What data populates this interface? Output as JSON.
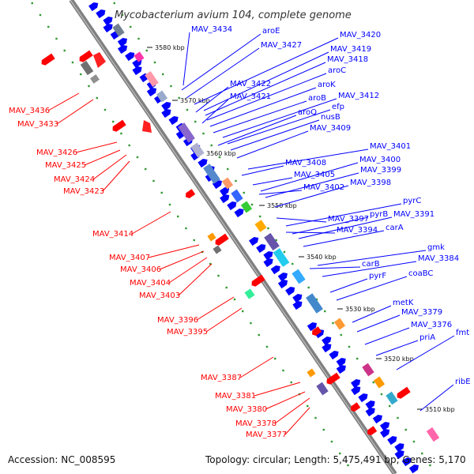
{
  "header": {
    "title": "Mycobacterium avium 104, complete genome"
  },
  "footer": {
    "accession": "Accession: NC_008595",
    "summary": "Topology: circular; Length: 5,475,491 bp; Genes: 5,170"
  },
  "colors": {
    "plus_strand": "#0000ff",
    "minus_strand": "#ff0000",
    "backbone": "#808080",
    "tick": "#339933"
  },
  "kbp_ticks": [
    "3580 kbp",
    "3570 kbp",
    "3560 kbp",
    "3550 kbp",
    "3540 kbp",
    "3530 kbp",
    "3520 kbp",
    "3510 kbp"
  ],
  "blue_labels": [
    "MAV_3434",
    "aroE",
    "MAV_3427",
    "MAV_3420",
    "MAV_3419",
    "MAV_3418",
    "aroC",
    "MAV_3422",
    "aroK",
    "MAV_3421",
    "aroB",
    "MAV_3412",
    "efp",
    "aroQ",
    "nusB",
    "MAV_3409",
    "MAV_3401",
    "MAV_3408",
    "MAV_3400",
    "MAV_3405",
    "MAV_3399",
    "MAV_3402",
    "MAV_3398",
    "pyrC",
    "MAV_3397",
    "pyrB",
    "MAV_3391",
    "MAV_3394",
    "carA",
    "gmk",
    "carB",
    "MAV_3384",
    "pyrF",
    "coaBC",
    "metK",
    "MAV_3379",
    "MAV_3376",
    "priA",
    "fmt",
    "ribE"
  ],
  "red_labels": [
    "MAV_3436",
    "MAV_3433",
    "MAV_3426",
    "MAV_3425",
    "MAV_3424",
    "MAV_3423",
    "MAV_3414",
    "MAV_3407",
    "MAV_3406",
    "MAV_3404",
    "MAV_3403",
    "MAV_3396",
    "MAV_3395",
    "MAV_3387",
    "MAV_3381",
    "MAV_3380",
    "MAV_3378",
    "MAV_3377"
  ]
}
